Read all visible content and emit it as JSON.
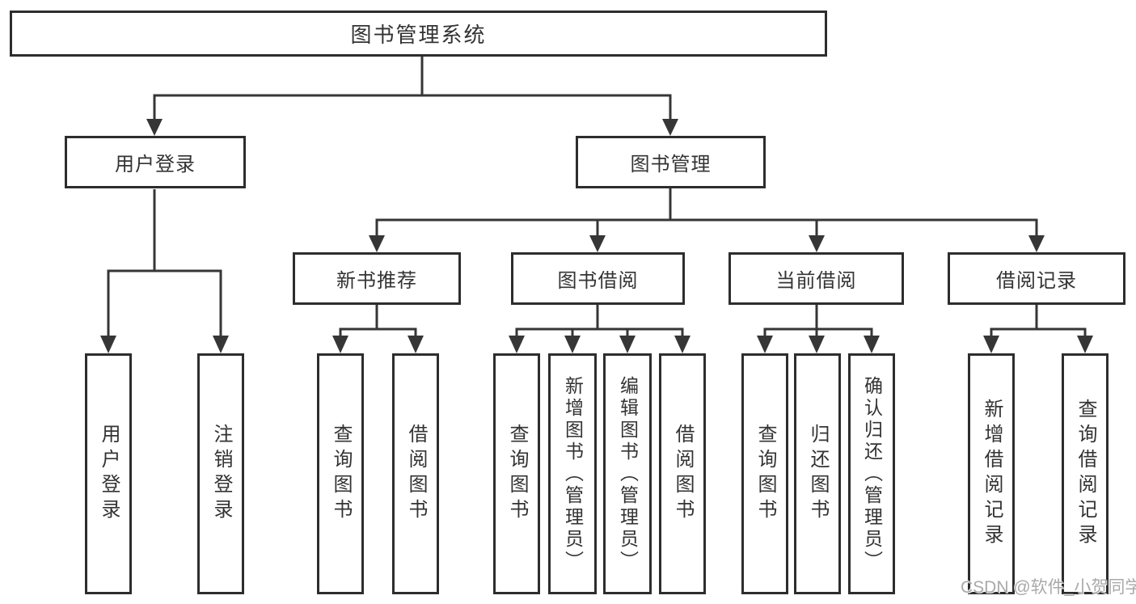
{
  "tree": {
    "label": "图书管理系统",
    "children": [
      {
        "label": "用户登录",
        "children": [
          {
            "label": "用户登录"
          },
          {
            "label": "注销登录"
          }
        ]
      },
      {
        "label": "图书管理",
        "children": [
          {
            "label": "新书推荐",
            "children": [
              {
                "label": "查询图书"
              },
              {
                "label": "借阅图书"
              }
            ]
          },
          {
            "label": "图书借阅",
            "children": [
              {
                "label": "查询图书"
              },
              {
                "label": "新增图书（管理员）"
              },
              {
                "label": "编辑图书（管理员）"
              },
              {
                "label": "借阅图书"
              }
            ]
          },
          {
            "label": "当前借阅",
            "children": [
              {
                "label": "查询图书"
              },
              {
                "label": "归还图书"
              },
              {
                "label": "确认归还（管理员）"
              }
            ]
          },
          {
            "label": "借阅记录",
            "children": [
              {
                "label": "新增借阅记录"
              },
              {
                "label": "查询借阅记录"
              }
            ]
          }
        ]
      }
    ]
  },
  "watermark": "CSDN @软件_小贺同学",
  "colors": {
    "background": "#ffffff",
    "line": "#363636",
    "box_border": "#2d2d2d",
    "box_fill": "#ffffff",
    "text": "#333333",
    "watermark": "#a9a9a9"
  }
}
